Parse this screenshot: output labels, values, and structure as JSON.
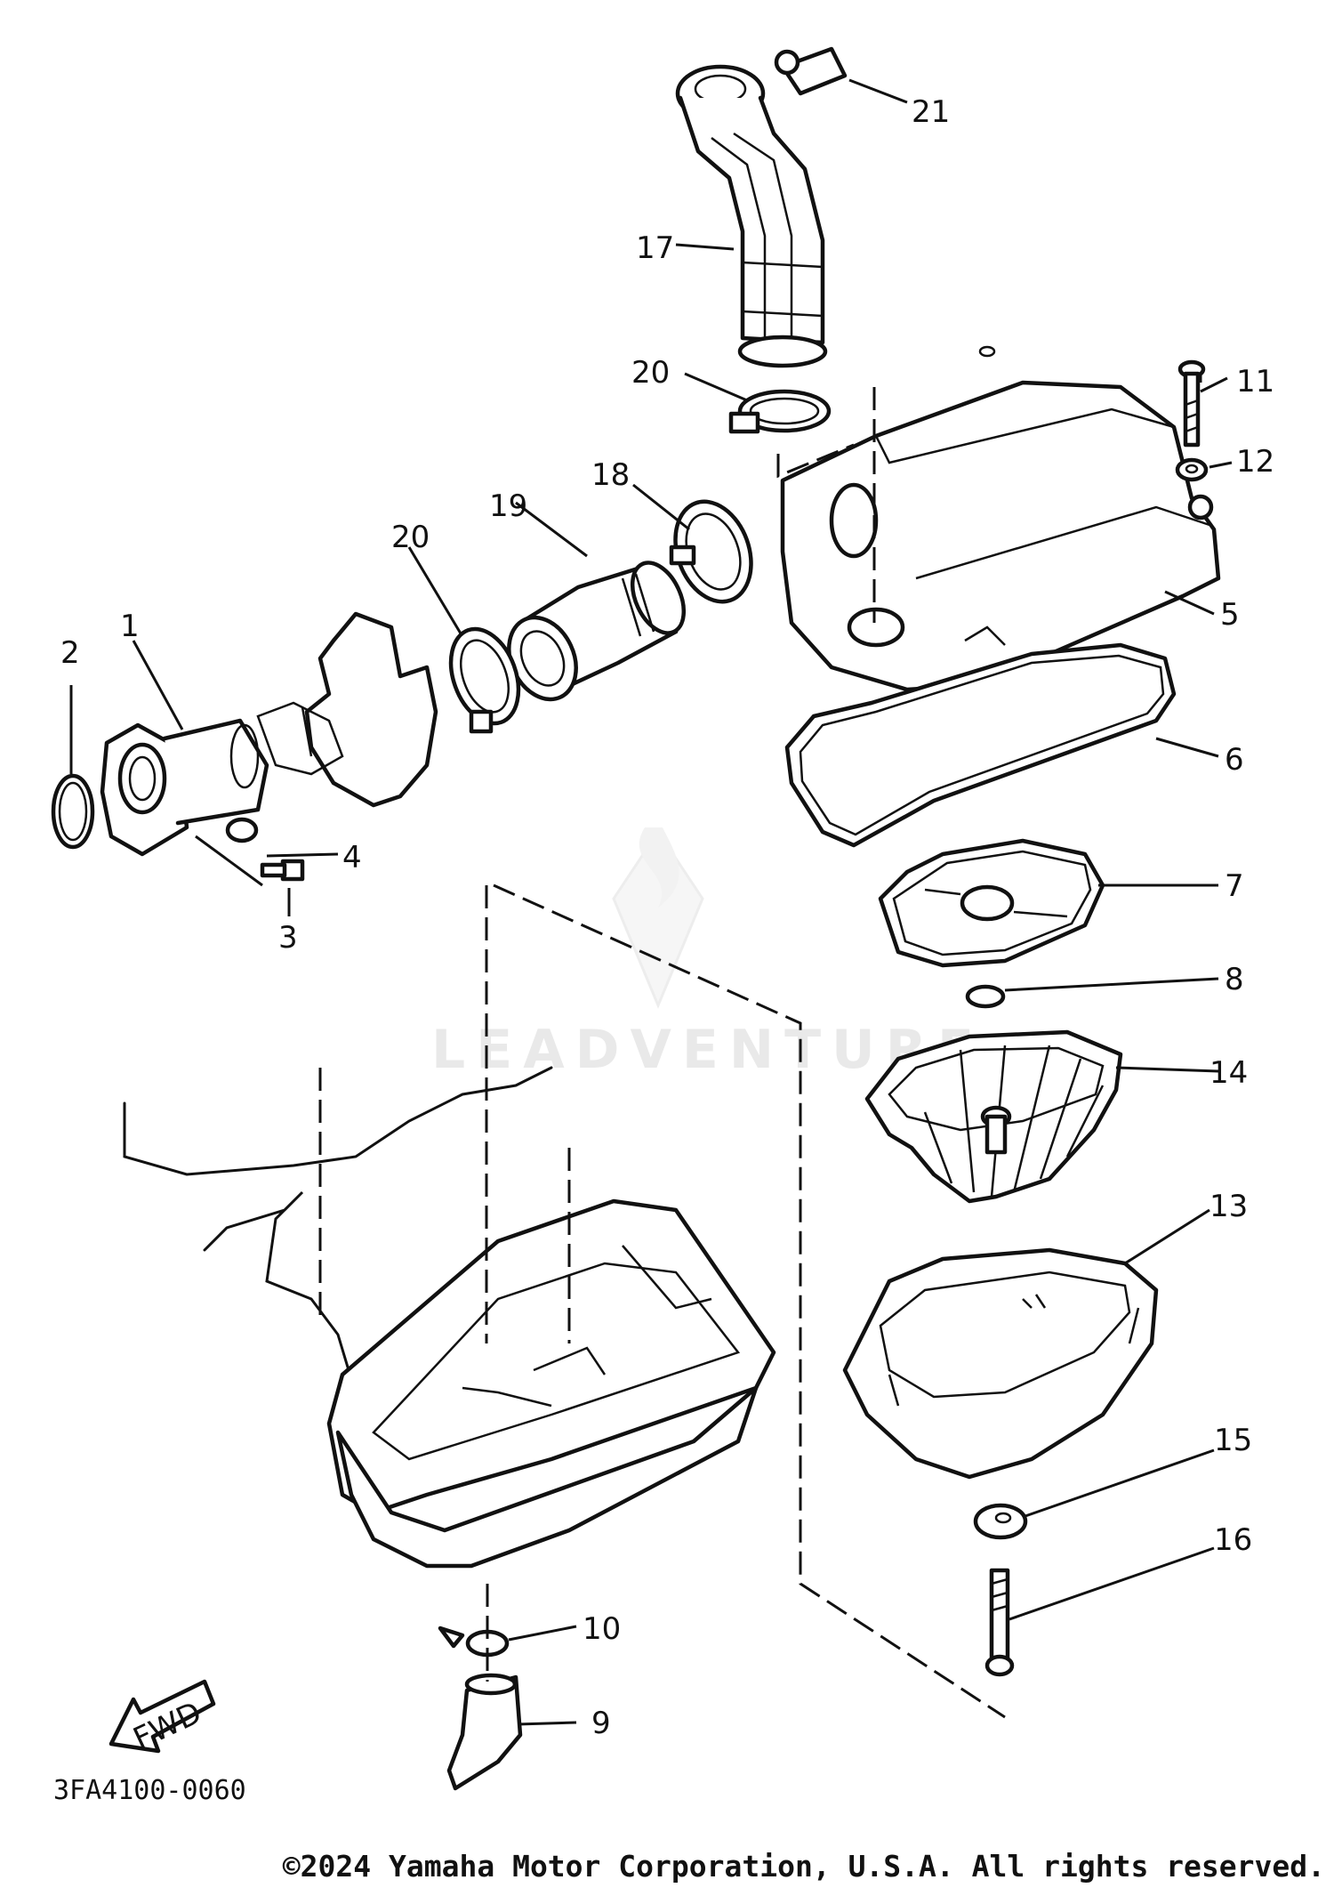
{
  "diagram_code": "3FA4100-0060",
  "copyright": "©2024 Yamaha Motor Corporation, U.S.A. All rights reserved.",
  "watermark": "LEADVENTURE",
  "fwd_label": "FWD",
  "callouts": {
    "c1": "1",
    "c2": "2",
    "c3": "3",
    "c4": "4",
    "c5": "5",
    "c6": "6",
    "c7": "7",
    "c8": "8",
    "c9": "9",
    "c10": "10",
    "c11": "11",
    "c12": "12",
    "c13": "13",
    "c14": "14",
    "c15": "15",
    "c16": "16",
    "c17": "17",
    "c18": "18",
    "c19": "19",
    "c20a": "20",
    "c20b": "20",
    "c21": "21"
  }
}
